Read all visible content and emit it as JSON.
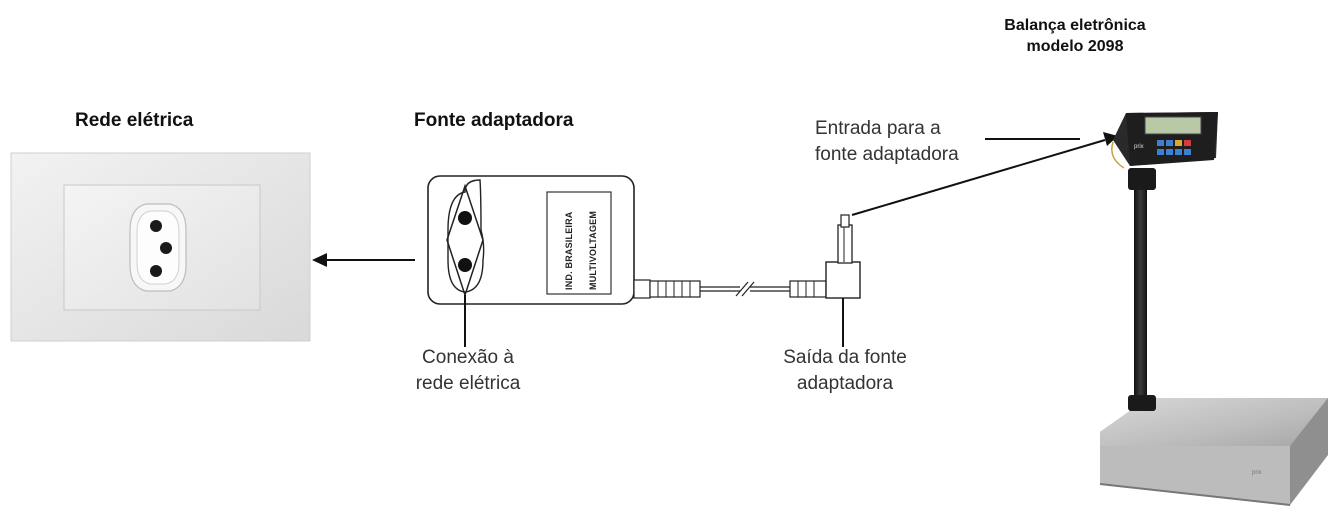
{
  "labels": {
    "scale_title": "Balança eletrônica modelo 2098",
    "outlet_title": "Rede elétrica",
    "adapter_title": "Fonte adaptadora",
    "input_callout_line1": "Entrada para a",
    "input_callout_line2": "fonte adaptadora",
    "connection_callout_line1": "Conexão à",
    "connection_callout_line2": "rede elétrica",
    "output_callout_line1": "Saída da fonte",
    "output_callout_line2": "adaptadora"
  },
  "adapter": {
    "text_line1": "IND. BRASILEIRA",
    "text_line2": "MULTIVOLTAGEM"
  },
  "scale": {
    "brand": "prix"
  },
  "colors": {
    "outlet_plate": "#e6e6e6",
    "steel_base": "#c8c8c8",
    "scale_body": "#1e1e1e",
    "display_screen": "#b9c8a6"
  }
}
